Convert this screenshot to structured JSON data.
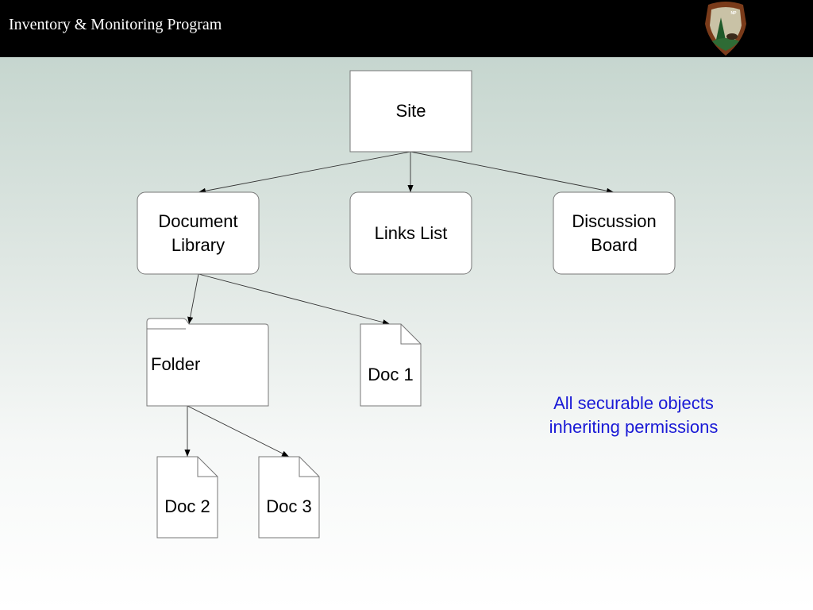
{
  "header": {
    "title": "Inventory & Monitoring Program",
    "logo_icon": "nps-arrowhead-logo-icon"
  },
  "diagram": {
    "nodes": {
      "site": "Site",
      "document_library": "Document\nLibrary",
      "links_list": "Links List",
      "discussion_board": "Discussion\nBoard",
      "folder": "Folder",
      "doc1": "Doc 1",
      "doc2": "Doc 2",
      "doc3": "Doc 3"
    },
    "edges": [
      [
        "site",
        "document_library"
      ],
      [
        "site",
        "links_list"
      ],
      [
        "site",
        "discussion_board"
      ],
      [
        "document_library",
        "folder"
      ],
      [
        "document_library",
        "doc1"
      ],
      [
        "folder",
        "doc2"
      ],
      [
        "folder",
        "doc3"
      ]
    ],
    "note": "All securable objects\ninheriting permissions",
    "colors": {
      "note": "#1a1ad6",
      "header_bg": "#000000",
      "shape_stroke": "#777777"
    }
  }
}
